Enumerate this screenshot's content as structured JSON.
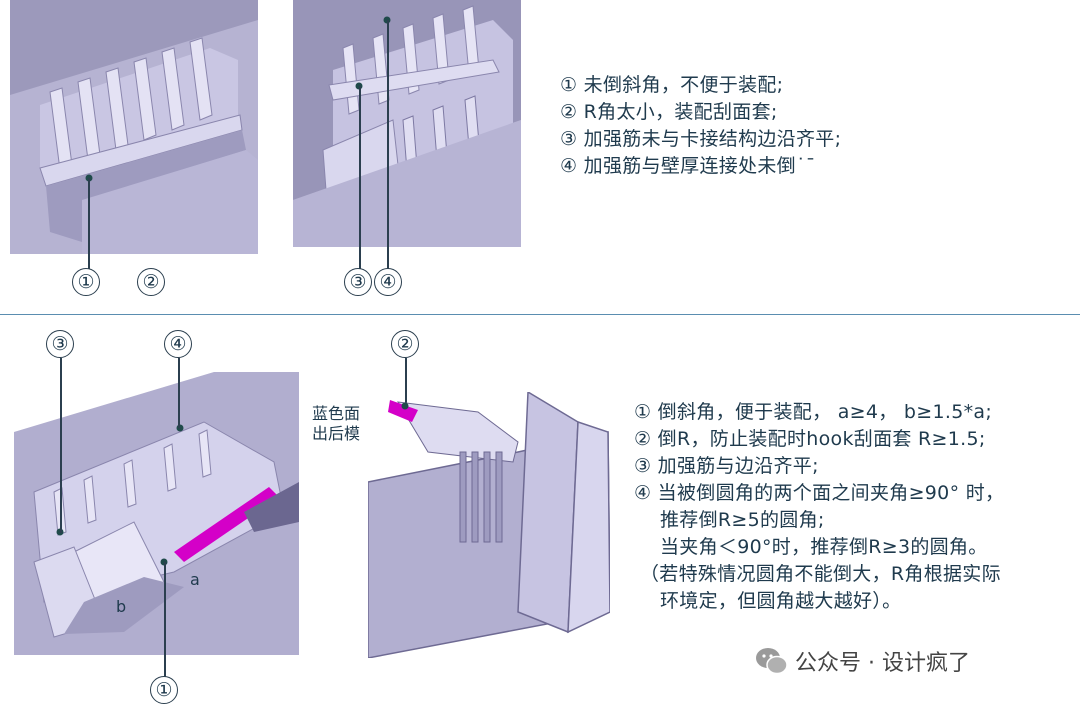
{
  "top": {
    "markers_left": [
      "①",
      "②"
    ],
    "markers_right": [
      "③",
      "④"
    ],
    "notes": [
      "① 未倒斜角，不便于装配;",
      "② R角太小，装配刮面套;",
      "③ 加强筋未与卡接结构边沿齐平;",
      "④ 加强筋与壁厚连接处未倒˙ˉ"
    ]
  },
  "bottom": {
    "markers_left": [
      "③",
      "④",
      "①"
    ],
    "marker_middle": "②",
    "dim_a": "a",
    "dim_b": "b",
    "side_note": [
      "蓝色面",
      "出后模"
    ],
    "notes": [
      "① 倒斜角，便于装配， a≥4， b≥1.5*a;",
      "② 倒R，防止装配时hook刮面套 R≥1.5;",
      "③ 加强筋与边沿齐平;",
      "④ 当被倒圆角的两个面之间夹角≥90° 时，",
      "推荐倒R≥5的圆角;",
      "当夹角＜90°时，推荐倒R≥3的圆角。",
      "（若特殊情况圆角不能倒大，R角根据实际",
      "环境定，但圆角越大越好）。"
    ]
  },
  "watermark": "公众号 · 设计疯了",
  "colors": {
    "panel_bg": "#a9a6c4",
    "part_light": "#dcdaf0",
    "part_mid": "#c4c1e0",
    "part_dark": "#8f8bb0",
    "accent": "#d400c8",
    "text": "#1f3a4d"
  }
}
